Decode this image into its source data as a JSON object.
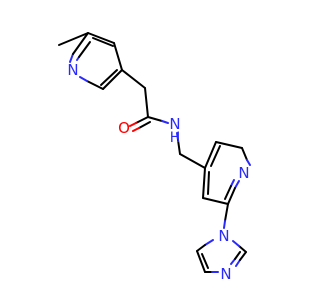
{
  "atoms": {
    "n_methylpyridine": "N",
    "o_carbonyl": "O",
    "n_amide": "N",
    "h_amide": "H",
    "n_pyridine2": "N",
    "n_imidazole_attached": "N",
    "n_imidazole_free": "N"
  },
  "colors": {
    "bond": "#000000",
    "nitrogen": "#2a2aff",
    "oxygen": "#ff0000",
    "background": "#ffffff"
  }
}
